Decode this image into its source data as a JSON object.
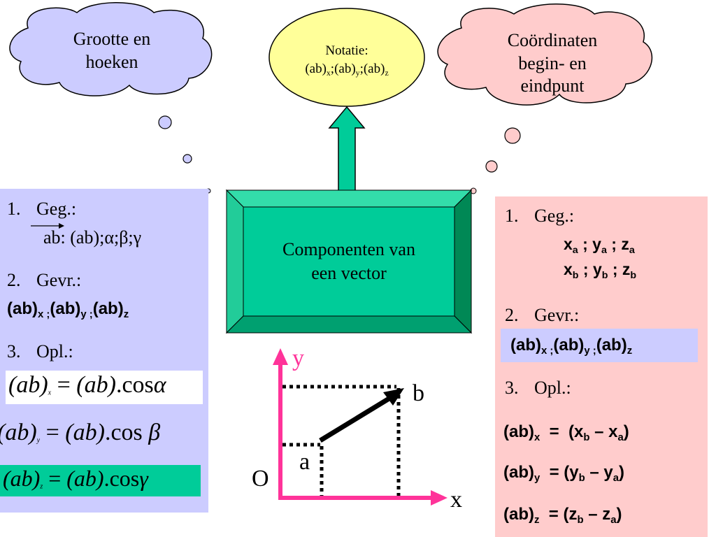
{
  "clouds": {
    "left": "Grootte en hoeken",
    "right_line1": "Coördinaten",
    "right_line2": "begin- en",
    "right_line3": "eindpunt",
    "notation_title": "Notatie:",
    "notation_text": "(ab)x;(ab)y;(ab)z"
  },
  "center": {
    "title_line1": "Componenten van",
    "title_line2": "een vector"
  },
  "left_panel": {
    "item1_num": "1.",
    "item1_label": "Geg.:",
    "item1_value": "ab: (ab);α;β;γ",
    "item2_num": "2.",
    "item2_label": "Gevr.:",
    "item2_value": "(ab)x;(ab)y;(ab)z",
    "item3_num": "3.",
    "item3_label": "Opl.:",
    "formula_x": "(ab)x = (ab).cos α",
    "formula_y": "(ab)y = (ab).cos β",
    "formula_z": "(ab)z = (ab).cos γ"
  },
  "right_panel": {
    "item1_num": "1.",
    "item1_label": "Geg.:",
    "coords_a": "xa ; ya ; za",
    "coords_b": "xb ; yb ; zb",
    "item2_num": "2.",
    "item2_label": "Gevr.:",
    "item2_value": "(ab)x;(ab)y;(ab)z",
    "item3_num": "3.",
    "item3_label": "Opl.:",
    "eq_x": "(ab)x = (xb – xa)",
    "eq_y": "(ab)y = (yb – ya)",
    "eq_z": "(ab)z = (zb – za)"
  },
  "diagram": {
    "axis_y": "y",
    "axis_x": "x",
    "origin": "O",
    "point_a": "a",
    "point_b": "b"
  },
  "colors": {
    "lavender": "#ccccff",
    "pink": "#ffcccc",
    "yellow": "#ffff99",
    "teal": "#00cc99",
    "axis": "#ff3399"
  }
}
